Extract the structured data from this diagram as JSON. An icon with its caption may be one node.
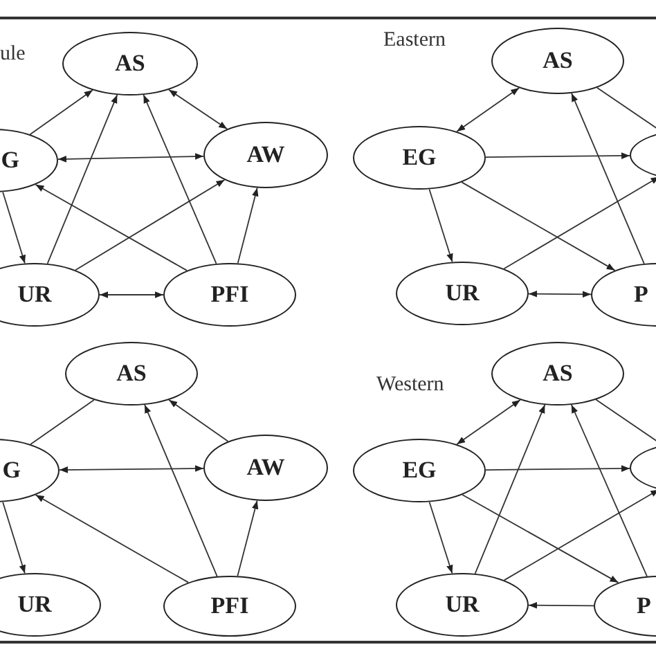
{
  "diagram": {
    "nodes": [
      {
        "text": [
          "AS"
        ]
      },
      {
        "text": [
          "G"
        ]
      },
      {
        "text": [
          "AW"
        ]
      },
      {
        "text": [
          "UR"
        ]
      },
      {
        "text": [
          "PFI"
        ]
      },
      {
        "text": [
          "AS"
        ]
      },
      {
        "text": [
          "EG"
        ]
      },
      {
        "text": [],
        "shape": "ellipse"
      },
      {
        "text": [
          "UR"
        ]
      },
      {
        "text": [
          "P"
        ]
      },
      {
        "text": [
          "AS"
        ]
      },
      {
        "text": [
          "G"
        ]
      },
      {
        "text": [
          "AW"
        ]
      },
      {
        "text": [
          "UR"
        ]
      },
      {
        "text": [
          "PFI"
        ]
      },
      {
        "text": [
          "AS"
        ]
      },
      {
        "text": [
          "EG"
        ]
      },
      {
        "text": [],
        "shape": "ellipse"
      },
      {
        "text": [
          "UR"
        ]
      },
      {
        "text": [
          "P"
        ]
      }
    ],
    "edges": [
      {
        "from": 1,
        "to": 0,
        "arrow": "to"
      },
      {
        "from": 0,
        "to": 2,
        "arrow": "both"
      },
      {
        "from": 1,
        "to": 2,
        "arrow": "both"
      },
      {
        "from": 3,
        "to": 0,
        "arrow": "to"
      },
      {
        "from": 3,
        "to": 2,
        "arrow": "to"
      },
      {
        "from": 4,
        "to": 0,
        "arrow": "to"
      },
      {
        "from": 4,
        "to": 1,
        "arrow": "to"
      },
      {
        "from": 4,
        "to": 2,
        "arrow": "to"
      },
      {
        "from": 3,
        "to": 4,
        "arrow": "both"
      },
      {
        "from": 1,
        "to": 3,
        "arrow": "to"
      },
      {
        "from": 6,
        "to": 5,
        "arrow": "both"
      },
      {
        "from": 5,
        "to": 7,
        "arrow": "none"
      },
      {
        "from": 6,
        "to": 7,
        "arrow": "to"
      },
      {
        "from": 6,
        "to": 9,
        "arrow": "to"
      },
      {
        "from": 9,
        "to": 5,
        "arrow": "to"
      },
      {
        "from": 6,
        "to": 8,
        "arrow": "to"
      },
      {
        "from": 8,
        "to": 7,
        "arrow": "to"
      },
      {
        "from": 8,
        "to": 9,
        "arrow": "both"
      },
      {
        "from": 11,
        "to": 10,
        "arrow": "none"
      },
      {
        "from": 12,
        "to": 10,
        "arrow": "to"
      },
      {
        "from": 11,
        "to": 12,
        "arrow": "both"
      },
      {
        "from": 14,
        "to": 10,
        "arrow": "to"
      },
      {
        "from": 14,
        "to": 11,
        "arrow": "to"
      },
      {
        "from": 14,
        "to": 12,
        "arrow": "to"
      },
      {
        "from": 11,
        "to": 13,
        "arrow": "to"
      },
      {
        "from": 16,
        "to": 15,
        "arrow": "both"
      },
      {
        "from": 15,
        "to": 17,
        "arrow": "none"
      },
      {
        "from": 16,
        "to": 17,
        "arrow": "to"
      },
      {
        "from": 16,
        "to": 19,
        "arrow": "to"
      },
      {
        "from": 18,
        "to": 15,
        "arrow": "to"
      },
      {
        "from": 19,
        "to": 15,
        "arrow": "to"
      },
      {
        "from": 18,
        "to": 17,
        "arrow": "to"
      },
      {
        "from": 16,
        "to": 18,
        "arrow": "to"
      },
      {
        "from": 19,
        "to": 18,
        "arrow": "to"
      }
    ],
    "labels": [
      "ule",
      "Eastern",
      "Western"
    ]
  }
}
